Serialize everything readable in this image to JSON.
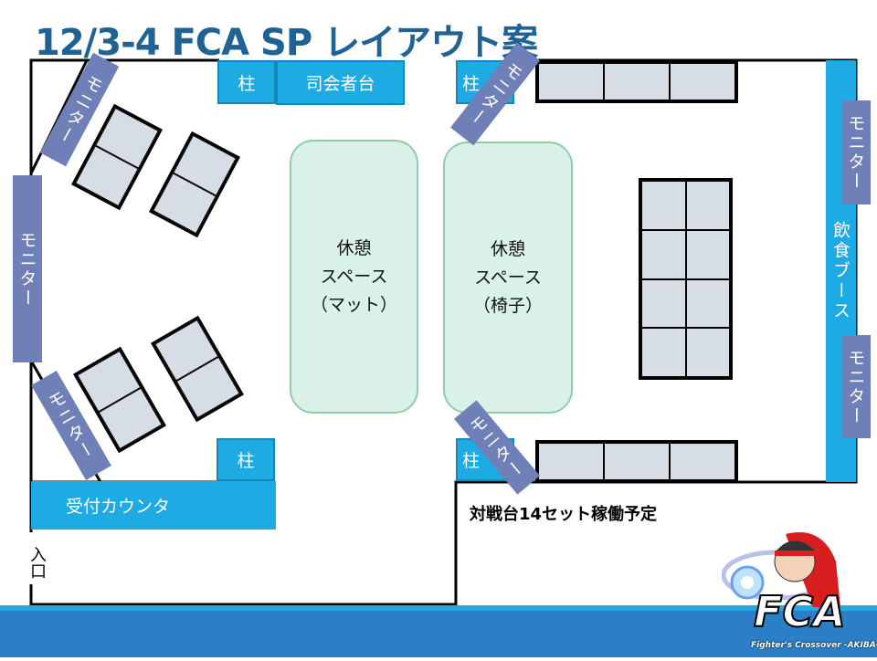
{
  "title": "12/3-4 FCA SP レイアウト案",
  "labels": {
    "pillar": "柱",
    "mc_stand": "司会者台",
    "monitor": "モニター",
    "reception": "受付カウンタ",
    "food_booth": "飲食ブース",
    "entrance": "入口"
  },
  "rest_areas": [
    {
      "line1": "休憩",
      "line2": "スペース",
      "line3": "（マット）"
    },
    {
      "line1": "休憩",
      "line2": "スペース",
      "line3": "（椅子）"
    }
  ],
  "note": "対戦台14セット稼働予定",
  "logo": {
    "text": "FCA",
    "subtitle": "Fighter's Crossover -AKIBA-"
  },
  "colors": {
    "title": "#1f6394",
    "fixture": "#1eaae2",
    "monitor": "#6f80b8",
    "rest": "#d9f1e9",
    "table": "#d6dde4"
  }
}
